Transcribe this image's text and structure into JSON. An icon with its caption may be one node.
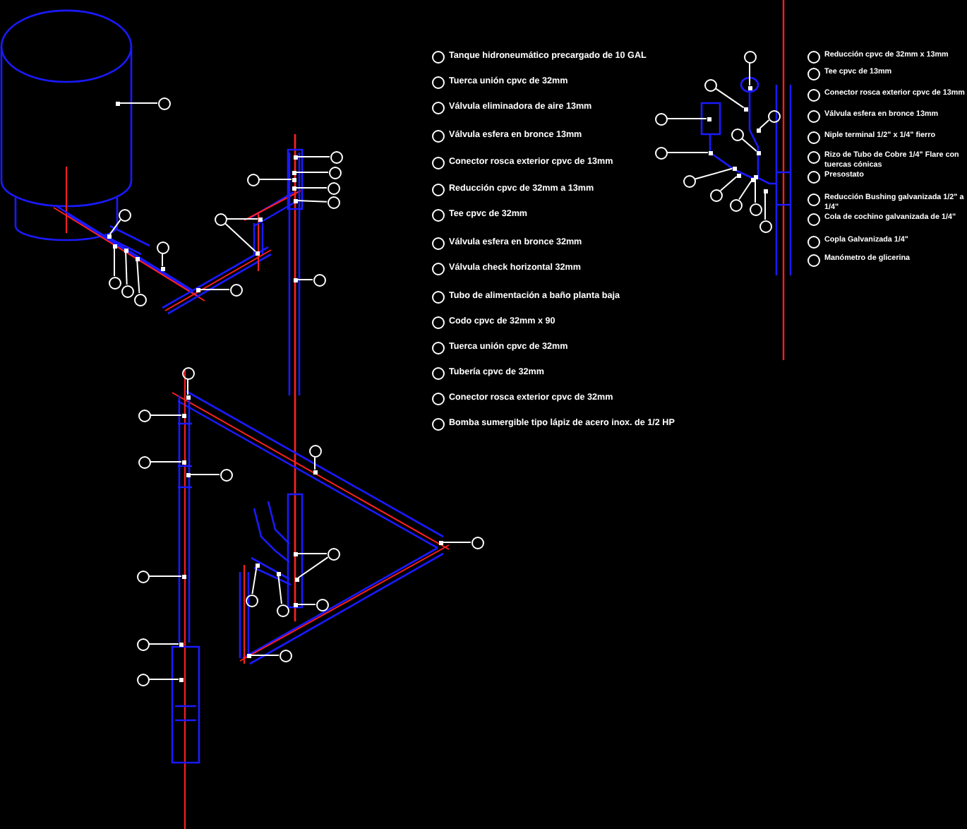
{
  "diagram": {
    "nodes": [
      {
        "text": [],
        "shape": "circle"
      },
      {
        "text": [],
        "shape": "circle"
      },
      {
        "text": [],
        "shape": "circle"
      },
      {
        "text": [],
        "shape": "circle"
      },
      {
        "text": [],
        "shape": "circle"
      },
      {
        "text": [],
        "shape": "circle"
      },
      {
        "text": [],
        "shape": "circle"
      },
      {
        "text": [],
        "shape": "circle"
      },
      {
        "text": [],
        "shape": "circle"
      },
      {
        "text": [],
        "shape": "circle"
      },
      {
        "text": [],
        "shape": "circle"
      },
      {
        "text": [],
        "shape": "circle"
      },
      {
        "text": [],
        "shape": "circle"
      },
      {
        "text": [],
        "shape": "circle"
      },
      {
        "text": [],
        "shape": "circle"
      },
      {
        "text": [],
        "shape": "circle"
      },
      {
        "text": [],
        "shape": "circle"
      },
      {
        "text": [],
        "shape": "circle"
      },
      {
        "text": [],
        "shape": "circle"
      },
      {
        "text": [],
        "shape": "circle"
      },
      {
        "text": [],
        "shape": "circle"
      },
      {
        "text": [],
        "shape": "circle"
      },
      {
        "text": [],
        "shape": "circle"
      },
      {
        "text": [],
        "shape": "circle"
      },
      {
        "text": [],
        "shape": "circle"
      },
      {
        "text": [],
        "shape": "circle"
      },
      {
        "text": [],
        "shape": "circle"
      },
      {
        "text": [],
        "shape": "circle"
      },
      {
        "text": [],
        "shape": "circle"
      },
      {
        "text": [],
        "shape": "circle"
      },
      {
        "text": [],
        "shape": "circle"
      },
      {
        "text": [],
        "shape": "circle"
      },
      {
        "text": [],
        "shape": "circle"
      },
      {
        "text": [],
        "shape": "circle"
      },
      {
        "text": [],
        "shape": "circle"
      },
      {
        "text": [],
        "shape": "circle"
      },
      {
        "text": [],
        "shape": "circle"
      },
      {
        "text": [],
        "shape": "circle"
      },
      {
        "text": [],
        "shape": "circle"
      },
      {
        "text": [],
        "shape": "box"
      },
      {
        "text": [],
        "shape": "box"
      },
      {
        "text": [],
        "shape": "box"
      },
      {
        "text": [],
        "shape": "box"
      },
      {
        "text": [],
        "shape": "box"
      },
      {
        "text": [],
        "shape": "box"
      },
      {
        "text": [],
        "shape": "box"
      },
      {
        "text": [],
        "shape": "box"
      },
      {
        "text": [],
        "shape": "box"
      },
      {
        "text": [],
        "shape": "box"
      },
      {
        "text": [],
        "shape": "box"
      },
      {
        "text": [],
        "shape": "box"
      },
      {
        "text": [],
        "shape": "box"
      },
      {
        "text": [],
        "shape": "box"
      },
      {
        "text": [],
        "shape": "box"
      },
      {
        "text": [],
        "shape": "box"
      },
      {
        "text": [],
        "shape": "box"
      },
      {
        "text": [],
        "shape": "box"
      },
      {
        "text": [],
        "shape": "box"
      },
      {
        "text": [],
        "shape": "box"
      },
      {
        "text": [],
        "shape": "box"
      },
      {
        "text": [],
        "shape": "box"
      },
      {
        "text": [],
        "shape": "box"
      },
      {
        "text": [],
        "shape": "box"
      },
      {
        "text": [],
        "shape": "box"
      },
      {
        "text": [],
        "shape": "box"
      },
      {
        "text": [],
        "shape": "box"
      },
      {
        "text": [],
        "shape": "box"
      },
      {
        "text": [],
        "shape": "box"
      },
      {
        "text": [],
        "shape": "box"
      },
      {
        "text": [],
        "shape": "box"
      },
      {
        "text": [],
        "shape": "box"
      },
      {
        "text": [],
        "shape": "box"
      },
      {
        "text": [],
        "shape": "box"
      },
      {
        "text": [],
        "shape": "box"
      },
      {
        "text": [],
        "shape": "box"
      },
      {
        "text": [],
        "shape": "box"
      },
      {
        "text": [],
        "shape": "box"
      },
      {
        "text": [],
        "shape": "box"
      },
      {
        "text": [],
        "shape": "box"
      },
      {
        "text": [],
        "shape": "box"
      }
    ],
    "edges": [
      {
        "from": 0,
        "to": 39,
        "arrow": "none"
      },
      {
        "from": 1,
        "to": 40,
        "arrow": "none"
      },
      {
        "from": 2,
        "to": 41,
        "arrow": "none"
      },
      {
        "from": 3,
        "to": 42,
        "arrow": "none"
      },
      {
        "from": 4,
        "to": 43,
        "arrow": "none"
      },
      {
        "from": 5,
        "to": 44,
        "arrow": "none"
      },
      {
        "from": 6,
        "to": 45,
        "arrow": "none"
      },
      {
        "from": 6,
        "to": 46,
        "arrow": "none"
      },
      {
        "from": 7,
        "to": 47,
        "arrow": "none"
      },
      {
        "from": 8,
        "to": 48,
        "arrow": "none"
      },
      {
        "from": 9,
        "to": 49,
        "arrow": "none"
      },
      {
        "from": 10,
        "to": 50,
        "arrow": "none"
      },
      {
        "from": 11,
        "to": 51,
        "arrow": "none"
      },
      {
        "from": 12,
        "to": 52,
        "arrow": "none"
      },
      {
        "from": 13,
        "to": 53,
        "arrow": "none"
      },
      {
        "from": 14,
        "to": 54,
        "arrow": "none"
      },
      {
        "from": 15,
        "to": 55,
        "arrow": "none"
      },
      {
        "from": 16,
        "to": 56,
        "arrow": "none"
      },
      {
        "from": 17,
        "to": 57,
        "arrow": "none"
      },
      {
        "from": 18,
        "to": 58,
        "arrow": "none"
      },
      {
        "from": 19,
        "to": 59,
        "arrow": "none"
      },
      {
        "from": 20,
        "to": 60,
        "arrow": "none"
      },
      {
        "from": 20,
        "to": 61,
        "arrow": "none"
      },
      {
        "from": 21,
        "to": 62,
        "arrow": "none"
      },
      {
        "from": 22,
        "to": 63,
        "arrow": "none"
      },
      {
        "from": 23,
        "to": 64,
        "arrow": "none"
      },
      {
        "from": 24,
        "to": 65,
        "arrow": "none"
      },
      {
        "from": 25,
        "to": 66,
        "arrow": "none"
      },
      {
        "from": 26,
        "to": 67,
        "arrow": "none"
      },
      {
        "from": 27,
        "to": 68,
        "arrow": "none"
      },
      {
        "from": 28,
        "to": 69,
        "arrow": "none"
      },
      {
        "from": 29,
        "to": 70,
        "arrow": "none"
      },
      {
        "from": 30,
        "to": 71,
        "arrow": "none"
      },
      {
        "from": 31,
        "to": 72,
        "arrow": "none"
      },
      {
        "from": 32,
        "to": 73,
        "arrow": "none"
      },
      {
        "from": 33,
        "to": 74,
        "arrow": "none"
      },
      {
        "from": 34,
        "to": 75,
        "arrow": "none"
      },
      {
        "from": 35,
        "to": 76,
        "arrow": "none"
      },
      {
        "from": 36,
        "to": 77,
        "arrow": "none"
      },
      {
        "from": 37,
        "to": 78,
        "arrow": "none"
      },
      {
        "from": 38,
        "to": 79,
        "arrow": "none"
      }
    ],
    "labels": [
      "Tanque hidroneumático precargado de 10 GAL",
      "Tuerca unión cpvc de 32mm",
      "Válvula eliminadora de aire 13mm",
      "Válvula esfera en bronce 13mm",
      "Conector rosca exterior cpvc de 13mm",
      "Reducción cpvc de 32mm a 13mm",
      "Tee cpvc de 32mm",
      "Válvula esfera en bronce 32mm",
      "Válvula check horizontal 32mm",
      "Tubo de alimentación a baño planta baja",
      "Codo cpvc de 32mm x 90",
      "Tuerca unión cpvc de 32mm",
      "Tubería cpvc de 32mm",
      "Conector rosca exterior cpvc de 32mm",
      "Bomba sumergible tipo lápiz de acero inox. de 1/2 HP",
      "Reducción cpvc de 32mm x 13mm",
      "Tee cpvc de 13mm",
      "Conector rosca exterior cpvc de 13mm",
      "Válvula esfera en bronce 13mm",
      "Niple terminal 1/2\" x 1/4\" fierro",
      "Rizo de Tubo de Cobre 1/4\" Flare con tuercas cónicas",
      "Presostato",
      "Reducción Bushing galvanizada 1/2\" a 1/4\"",
      "Cola de cochino galvanizada de 1/4\"",
      "Copla Galvanizada 1/4\"",
      "Manómetro de glicerina"
    ]
  }
}
